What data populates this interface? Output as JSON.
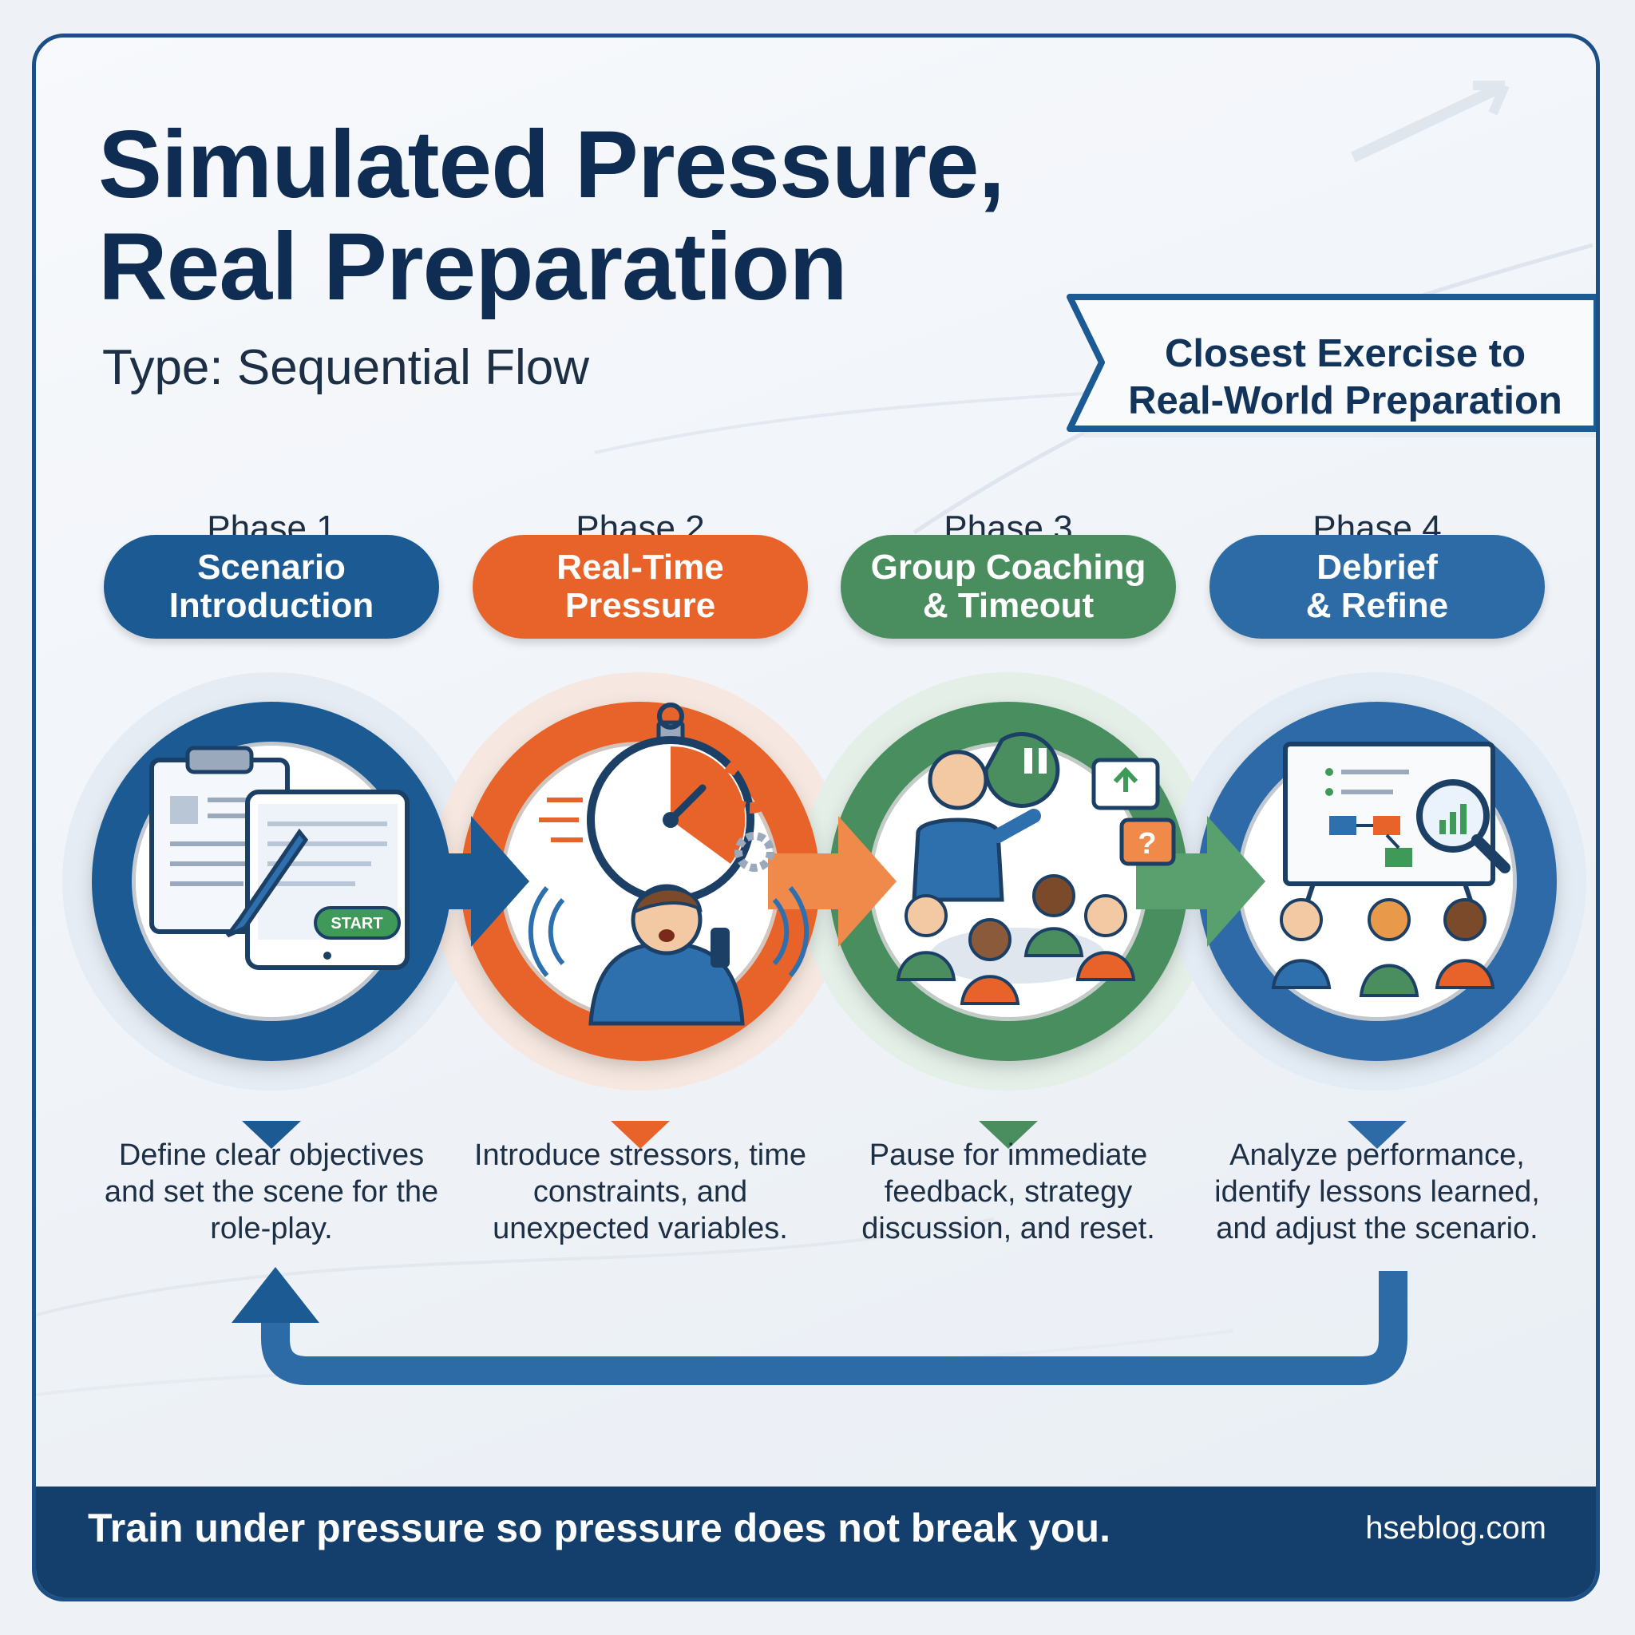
{
  "title": {
    "line1": "Simulated Pressure,",
    "line2": "Real Preparation"
  },
  "subtitle": "Type: Sequential Flow",
  "banner": {
    "line1": "Closest Exercise to",
    "line2": "Real-World Preparation"
  },
  "phases": [
    {
      "label": "Phase 1",
      "title_line1": "Scenario",
      "title_line2": "Introduction",
      "color": "#1c5a94",
      "start_label": "START",
      "description": "Define clear objectives and set the scene for the role-play."
    },
    {
      "label": "Phase 2",
      "title_line1": "Real-Time",
      "title_line2": "Pressure",
      "color": "#e8632a",
      "description": "Introduce stressors, time constraints, and unexpected variables."
    },
    {
      "label": "Phase 3",
      "title_line1": "Group Coaching",
      "title_line2": "& Timeout",
      "color": "#4a8e5f",
      "description": "Pause for immediate feedback, strategy discussion, and reset."
    },
    {
      "label": "Phase 4",
      "title_line1": "Debrief",
      "title_line2": "& Refine",
      "color": "#2d6ba7",
      "description": "Analyze performance, identify lessons learned, and adjust the scenario."
    }
  ],
  "footer": {
    "tagline": "Train under pressure so pressure does not break you.",
    "site": "hseblog.com"
  }
}
